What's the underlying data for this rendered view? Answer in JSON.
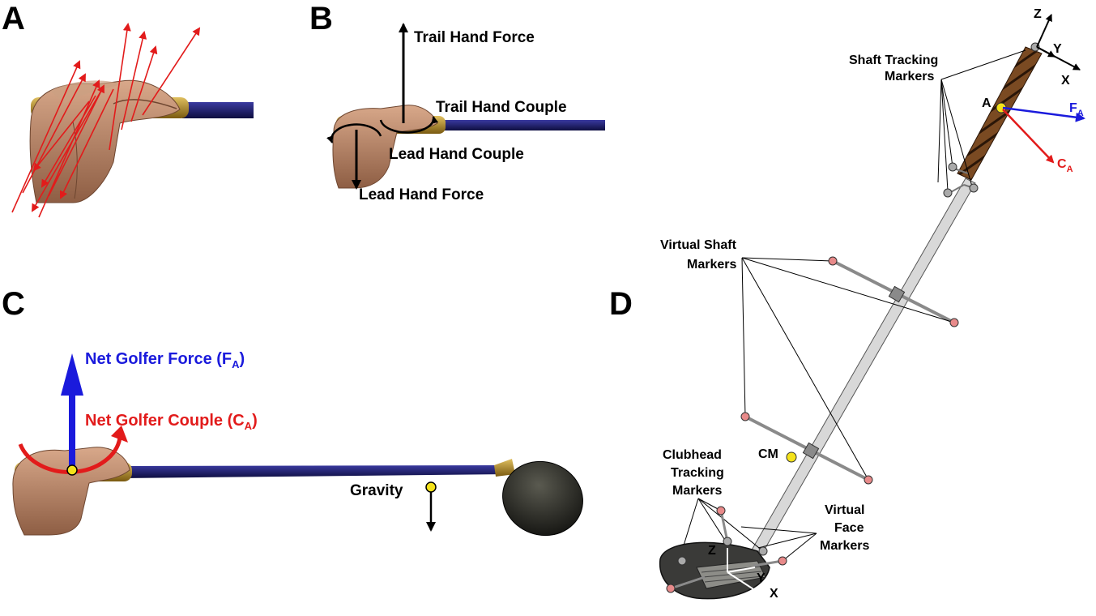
{
  "panels": {
    "a": {
      "letter": "A"
    },
    "b": {
      "letter": "B",
      "trail_hand_force": "Trail Hand Force",
      "trail_hand_couple": "Trail Hand Couple",
      "lead_hand_couple": "Lead Hand Couple",
      "lead_hand_force": "Lead Hand Force"
    },
    "c": {
      "letter": "C",
      "net_force_main": "Net Golfer Force (F",
      "net_force_sub": "A",
      "net_force_close": ")",
      "net_couple_main": "Net Golfer Couple (C",
      "net_couple_sub": "A",
      "net_couple_close": ")",
      "gravity": "Gravity"
    },
    "d": {
      "letter": "D",
      "shaft_tracking_line1": "Shaft Tracking",
      "shaft_tracking_line2": "Markers",
      "point_a": "A",
      "fa_main": "F",
      "fa_sub": "A",
      "ca_main": "C",
      "ca_sub": "A",
      "virtual_shaft_line1": "Virtual Shaft",
      "virtual_shaft_line2": "Markers",
      "cm": "CM",
      "clubhead_line1": "Clubhead",
      "clubhead_line2": "Tracking",
      "clubhead_line3": "Markers",
      "virtual_face_line1": "Virtual",
      "virtual_face_line2": "Face",
      "virtual_face_line3": "Markers",
      "top_axis_z": "Z",
      "top_axis_y": "Y",
      "top_axis_x": "X",
      "head_axis_z": "Z",
      "head_axis_y": "Y",
      "head_axis_x": "X"
    }
  },
  "colors": {
    "force_blue": "#1a1adc",
    "couple_red": "#e21b1b",
    "shaft_navy": "#1c1c6e",
    "grip_gold": "#b08a1e",
    "skin": "#c08a6a",
    "marker_pink": "#e88a8a",
    "cm_yellow": "#f4e21a"
  }
}
